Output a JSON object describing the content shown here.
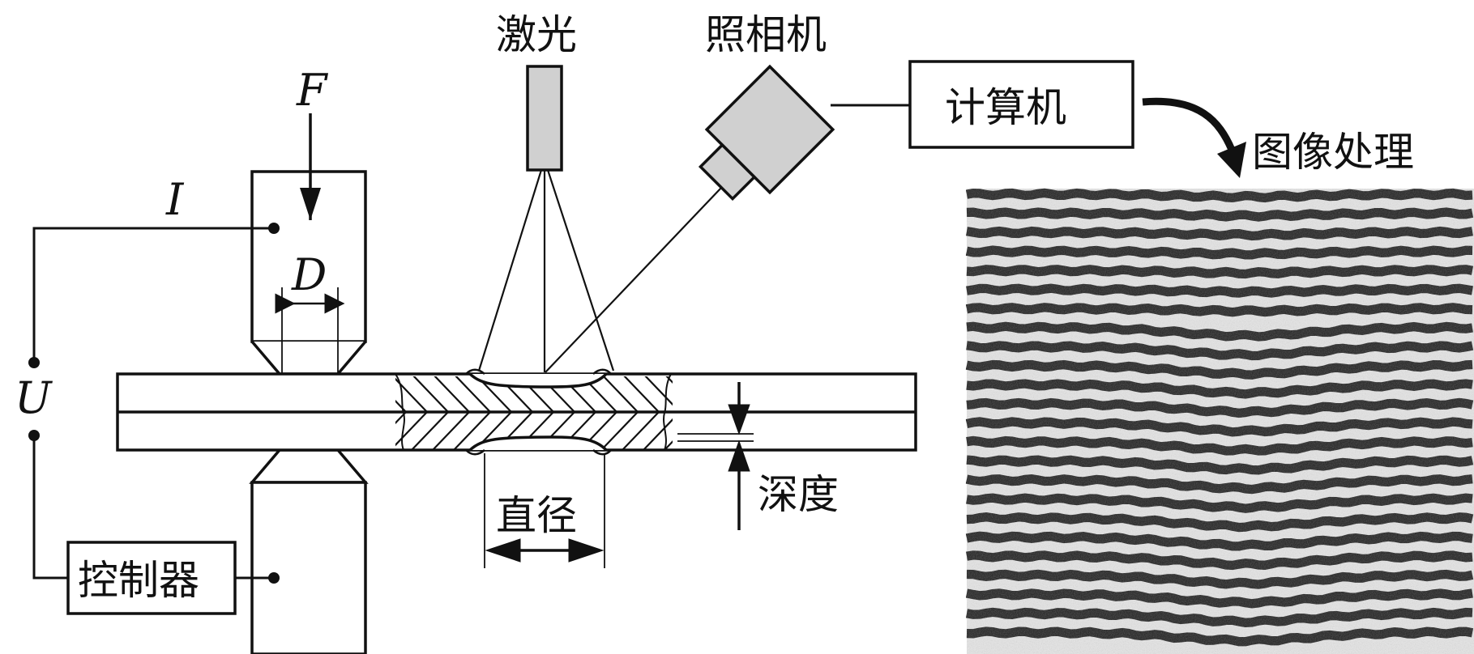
{
  "labels": {
    "force": "F",
    "current": "I",
    "voltage": "U",
    "diameter_d": "D",
    "laser": "激光",
    "camera": "照相机",
    "computer": "计算机",
    "image_processing": "图像处理",
    "controller": "控制器",
    "nugget_diameter": "直径",
    "depth": "深度"
  },
  "colors": {
    "line": "#111111",
    "device_gray": "#d0d0d0",
    "fringe_dark": "#1e1e1e",
    "fringe_light": "#eaeaea"
  },
  "fringe_image": {
    "fringe_count": 24,
    "description_icon": "interference-fringe-image"
  }
}
